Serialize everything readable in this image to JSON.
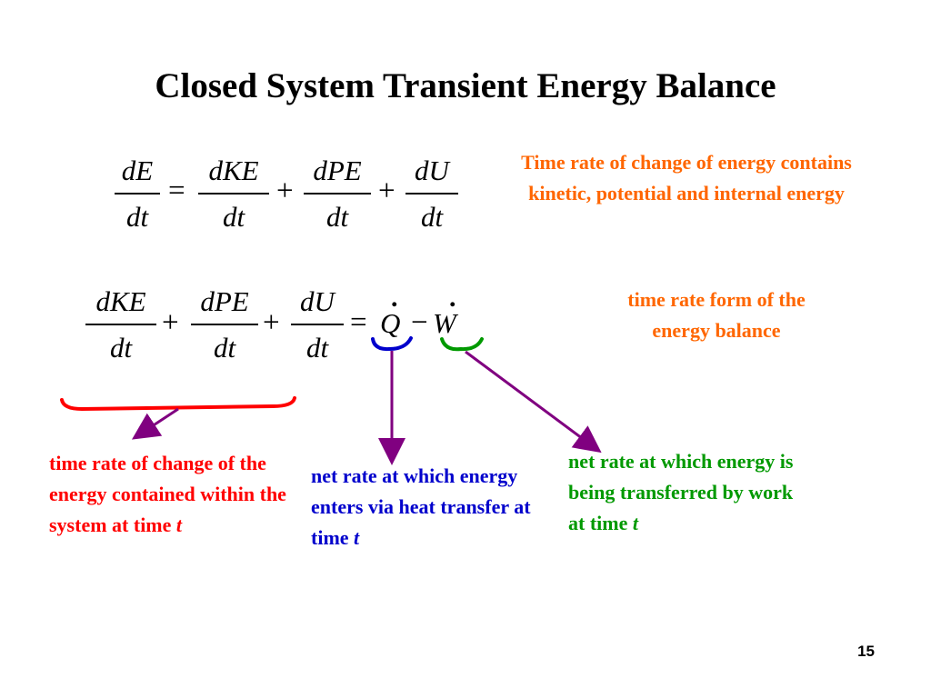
{
  "title": "Closed System Transient Energy Balance",
  "equation1": {
    "lhs": {
      "num": "dE",
      "den": "dt"
    },
    "equals": "=",
    "terms": [
      {
        "num": "dKE",
        "den": "dt"
      },
      {
        "num": "dPE",
        "den": "dt"
      },
      {
        "num": "dU",
        "den": "dt"
      }
    ],
    "plus": "+"
  },
  "equation2": {
    "terms": [
      {
        "num": "dKE",
        "den": "dt"
      },
      {
        "num": "dPE",
        "den": "dt"
      },
      {
        "num": "dU",
        "den": "dt"
      }
    ],
    "plus": "+",
    "equals": "=",
    "heat": "Q",
    "minus": "−",
    "work": "W",
    "rate_dot": "."
  },
  "notes": {
    "energy_contains": "Time rate of change of energy contains kinetic, potential and internal energy",
    "time_rate_form": "time rate form of the energy balance",
    "change_label": "time rate of change of the energy contained within the system at time",
    "heat_label": "net rate at which energy enters via heat transfer at time",
    "work_label": "net rate at which energy is being transferred by work at time",
    "time_var": "t"
  },
  "colors": {
    "orange": "#ff6600",
    "red": "#ff0000",
    "blue": "#0000cc",
    "green": "#009900",
    "purple": "#800080"
  },
  "page_number": "15"
}
